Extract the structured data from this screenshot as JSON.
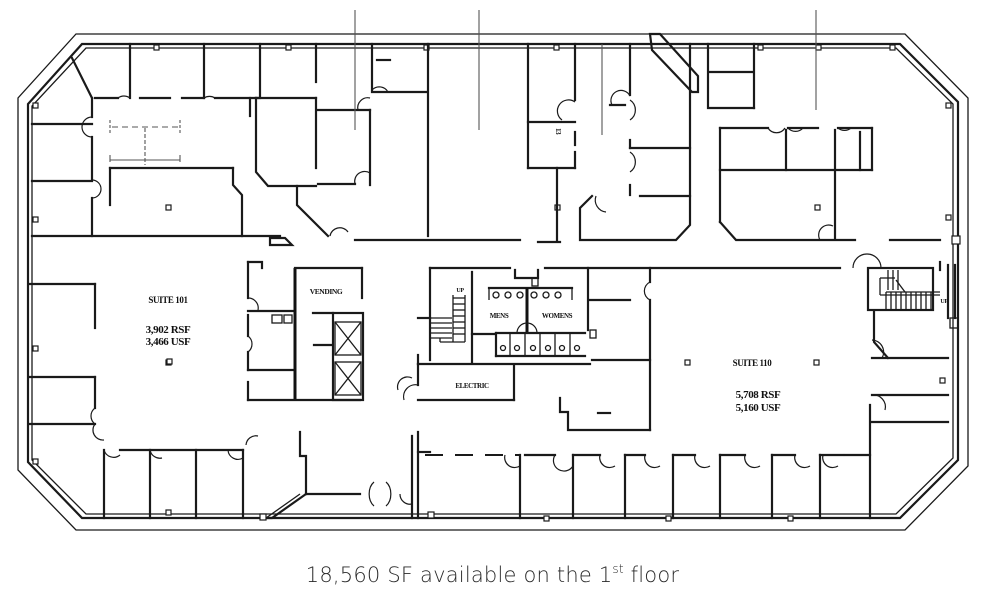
{
  "floor_plan": {
    "suites": [
      {
        "name": "SUITE 101",
        "rsf": "3,902 RSF",
        "usf": "3,466 USF"
      },
      {
        "name": "SUITE 110",
        "rsf": "5,708 RSF",
        "usf": "5,160 USF"
      }
    ],
    "rooms": {
      "vending": "VENDING",
      "mens": "MENS",
      "womens": "WOMENS",
      "electric": "ELECTRIC",
      "stair_west_up": "UP",
      "stair_east_up": "UP"
    }
  },
  "caption": {
    "prefix": "18,560 SF available on the 1",
    "superscript": "st",
    "suffix": " floor"
  }
}
